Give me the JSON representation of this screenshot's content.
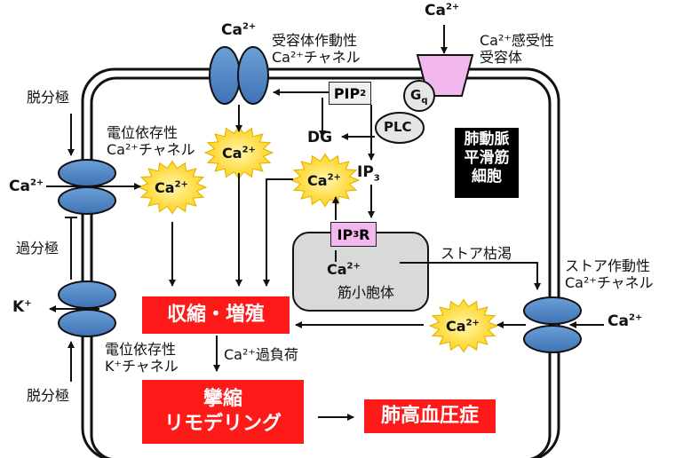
{
  "cell_label": [
    "肺動脈",
    "平滑筋",
    "細胞"
  ],
  "outside": {
    "ca_top": "Ca",
    "ca_left": "Ca",
    "k_left": "K",
    "ca_right": "Ca",
    "charge_2plus": "2+",
    "charge_plus": "+",
    "depolarization_top": "脱分極",
    "hyperpolarization": "過分極",
    "depolarization_bottom": "脱分極"
  },
  "channels": {
    "receptor_operated": [
      "受容体作動性",
      "Ca²⁺チャネル"
    ],
    "ca_sensing_receptor": [
      "Ca²⁺感受性",
      "受容体"
    ],
    "voltage_ca": [
      "電位依存性",
      "Ca²⁺チャネル"
    ],
    "voltage_k": [
      "電位依存性",
      "K⁺チャネル"
    ],
    "store_operated": [
      "ストア作動性",
      "Ca²⁺チャネル"
    ]
  },
  "signaling": {
    "pip2": "PIP",
    "pip2_sub": "2",
    "gq": "G",
    "gq_sub": "q",
    "plc": "PLC",
    "dg": "DG",
    "ip3": "IP",
    "ip3_sub": "3",
    "ip3r": "IP",
    "ip3r_sub": "3",
    "ip3r_suffix": "R",
    "sr": "筋小胞体",
    "sr_ca": "Ca",
    "store_depletion": "ストア枯渇"
  },
  "ca_bursts": {
    "label": "Ca",
    "charge": "2+"
  },
  "outcomes": {
    "contraction_proliferation": "収縮・増殖",
    "ca_overload": "Ca²⁺過負荷",
    "spasm_line1": "攣縮",
    "spasm_line2": "リモデリング",
    "pah": "肺高血圧症"
  },
  "colors": {
    "channel_blue": "#4f86c6",
    "burst_yellow": "#ffdd33",
    "red_box": "#ff1a1a",
    "pink": "#f2b8ee",
    "sr_gray": "#d9d9d9"
  }
}
